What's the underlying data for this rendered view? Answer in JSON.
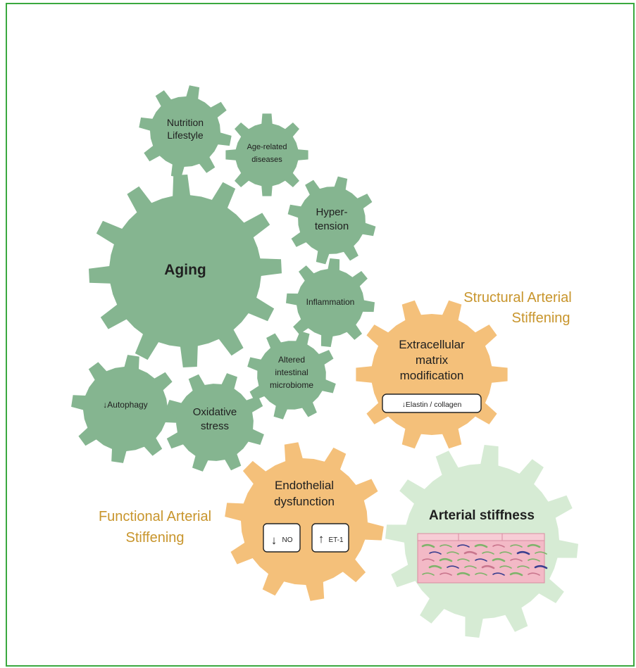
{
  "colors": {
    "frame": "#3aa93f",
    "green_gear": "#85b590",
    "orange_gear": "#f4c07a",
    "light_green_gear": "#d6ebd4",
    "orange_text": "#c8952c",
    "tissue_pink": "#f3b9c6",
    "tissue_green": "#7fb36b",
    "tissue_blue": "#3b3f8f"
  },
  "gears": {
    "aging": "Aging",
    "nutrition": [
      "Nutrition",
      "Lifestyle"
    ],
    "age_related": [
      "Age-related",
      "diseases"
    ],
    "hypertension": [
      "Hyper-",
      "tension"
    ],
    "inflammation": "Inflammation",
    "microbiome": [
      "Altered",
      "intestinal",
      "microbiome"
    ],
    "autophagy": "↓Autophagy",
    "oxidative": [
      "Oxidative",
      "stress"
    ],
    "ecm": [
      "Extracellular",
      "matrix",
      "modification"
    ],
    "ecm_box": "↓Elastin / collagen",
    "endothelial": [
      "Endothelial",
      "dysfunction"
    ],
    "no_box": "NO",
    "et1_box": "ET-1",
    "stiffness": "Arterial stiffness"
  },
  "labels": {
    "structural": [
      "Structural Arterial",
      "Stiffening"
    ],
    "functional": [
      "Functional Arterial",
      "Stiffening"
    ]
  }
}
